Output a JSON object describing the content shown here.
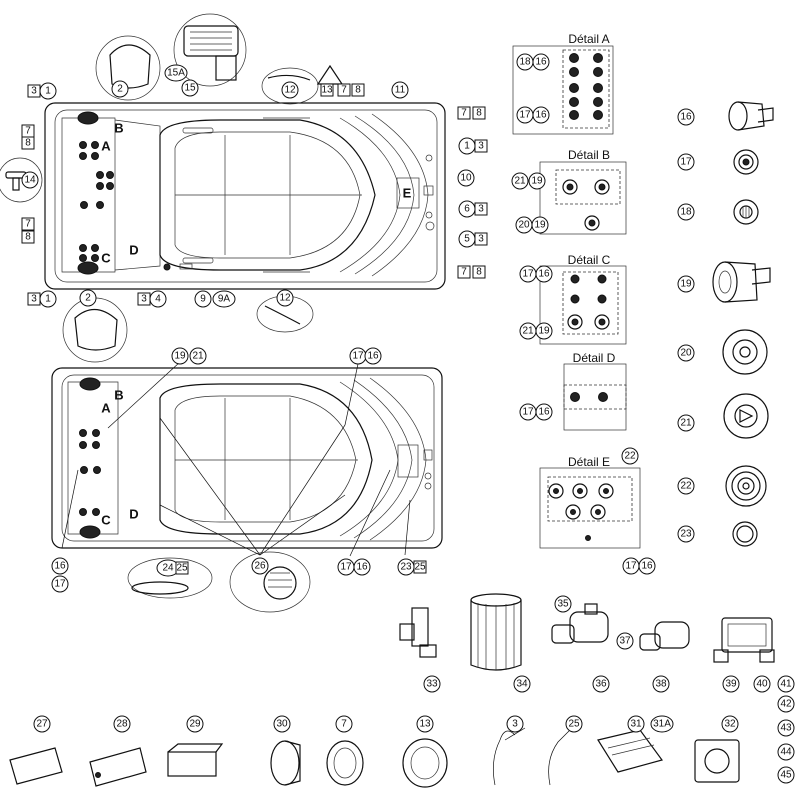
{
  "callouts": {
    "c1": "1",
    "c2": "2",
    "c3": "3",
    "c4": "4",
    "c5": "5",
    "c6": "6",
    "c7": "7",
    "c8": "8",
    "c9": "9",
    "c9a": "9A",
    "c10": "10",
    "c11": "11",
    "c12": "12",
    "c13": "13",
    "c14": "14",
    "c15": "15",
    "c15a": "15A",
    "c16": "16",
    "c17": "17",
    "c18": "18",
    "c19": "19",
    "c20": "20",
    "c21": "21",
    "c22": "22",
    "c23": "23",
    "c24": "24",
    "c25": "25",
    "c26": "26",
    "c27": "27",
    "c28": "28",
    "c29": "29",
    "c30": "30",
    "c31": "31",
    "c31a": "31A",
    "c32": "32",
    "c33": "33",
    "c34": "34",
    "c35": "35",
    "c36": "36",
    "c37": "37",
    "c38": "38",
    "c39": "39",
    "c40": "40",
    "c41": "41",
    "c42": "42",
    "c43": "43",
    "c44": "44",
    "c45": "45"
  },
  "letters": {
    "a": "A",
    "b": "B",
    "c": "C",
    "d": "D",
    "e": "E"
  },
  "details": {
    "a": "Détail A",
    "b": "Détail B",
    "c": "Détail C",
    "d": "Détail D",
    "e": "Détail E"
  }
}
